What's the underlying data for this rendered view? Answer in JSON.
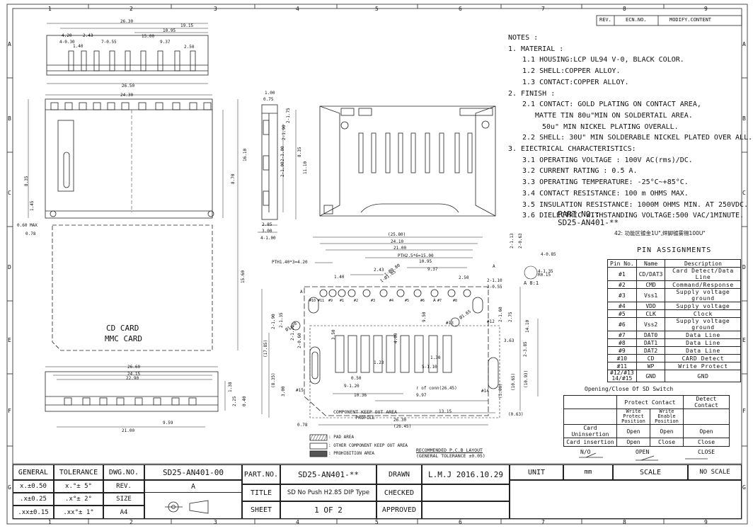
{
  "border": {
    "col_numbers": [
      "1",
      "2",
      "3",
      "4",
      "5",
      "6",
      "7",
      "8",
      "9"
    ],
    "row_letters": [
      "A",
      "B",
      "C",
      "D",
      "E",
      "F",
      "G"
    ]
  },
  "revision_table": {
    "rev": "REV.",
    "ecn": "ECN.NO.",
    "modify": "MODIFY.CONTENT"
  },
  "notes": {
    "heading": "NOTES :",
    "lines": [
      {
        "t": "1. MATERIAL :",
        "lvl": 1
      },
      {
        "t": "1.1 HOUSING:LCP UL94 V-0, BLACK COLOR.",
        "lvl": 2
      },
      {
        "t": "1.2 SHELL:COPPER ALLOY.",
        "lvl": 2
      },
      {
        "t": "1.3 CONTACT:COPPER ALLOY.",
        "lvl": 2
      },
      {
        "t": "2. FINISH :",
        "lvl": 1
      },
      {
        "t": "2.1 CONTACT: GOLD PLATING ON CONTACT AREA,",
        "lvl": 2
      },
      {
        "t": "MATTE TIN 80u\"MIN ON SOLDERTAIL AREA.",
        "lvl": 3
      },
      {
        "t": "50u\" MIN NICKEL PLATING OVERALL.",
        "lvl": 4
      },
      {
        "t": "2.2 SHELL: 30U\" MIN SOLDERABLE NICKEL PLATED OVER ALL.",
        "lvl": 2
      },
      {
        "t": "3. EIECTRICAL CHARACTERISTICS:",
        "lvl": 1
      },
      {
        "t": "3.1 OPERATING VOLTAGE : 100V AC(rms)/DC.",
        "lvl": 2
      },
      {
        "t": "3.2 CURRENT RATING : 0.5 A.",
        "lvl": 2
      },
      {
        "t": "3.3 OPERATING TEMPERATURE: -25°C~+85°C.",
        "lvl": 2
      },
      {
        "t": "3.4 CONTACT RESISTANCE: 100 m OHMS MAX.",
        "lvl": 2
      },
      {
        "t": "3.5 INSULATION RESISTANCE: 1000M OHMS MIN. AT 250VDC.",
        "lvl": 2
      },
      {
        "t": "3.6 DIELECTRIC WITHSTANDING VOLTAGE:500 VAC/1MINUTE.",
        "lvl": 2
      }
    ]
  },
  "part_no_note": {
    "label": "PART.NO.:",
    "value": "SD25-AN401-**",
    "suffix_note": "42: 功能区镀金1U\",焊脚镀雾锡100U\""
  },
  "pin_assignments": {
    "title": "PIN ASSIGNMENTS",
    "headers": [
      "Pin No.",
      "Name",
      "Description"
    ],
    "rows": [
      [
        "#1",
        "CD/DAT3",
        "Card Detect/Data Line"
      ],
      [
        "#2",
        "CMD",
        "Command/Response"
      ],
      [
        "#3",
        "Vss1",
        "Supply voltage ground"
      ],
      [
        "#4",
        "VDD",
        "Supply voltage"
      ],
      [
        "#5",
        "CLK",
        "Clock"
      ],
      [
        "#6",
        "Vss2",
        "Supply voltage ground"
      ],
      [
        "#7",
        "DAT0",
        "Data Line"
      ],
      [
        "#8",
        "DAT1",
        "Data Line"
      ],
      [
        "#9",
        "DAT2",
        "Data Line"
      ],
      [
        "#10",
        "CD",
        "CARD Detect"
      ],
      [
        "#11",
        "WP",
        "Write Protect"
      ],
      [
        "#12/#13 14/#15",
        "GND",
        "GND"
      ]
    ]
  },
  "switch_table": {
    "title": "Opening/Close Of SD Switch",
    "h1": [
      "",
      "Protect Contact",
      "Detect Contact"
    ],
    "h2": [
      "",
      "Write Protect Position",
      "Write Enable Position",
      ""
    ],
    "rows": [
      [
        "Card Uninsertion",
        "Open",
        "Open",
        "Open"
      ],
      [
        "Card insertion",
        "Open",
        "Close",
        "Close"
      ]
    ],
    "no_label": "N/O",
    "open_label": "OPEN",
    "close_label": "CLOSE"
  },
  "drawing": {
    "top_dims": [
      "26.30",
      "19.15",
      "10.95",
      "15.00",
      "4.20",
      "2.43",
      "4-0.30",
      "1.40",
      "7-0.55",
      "9.37",
      "2.50",
      "26.50"
    ],
    "front_dims": [
      "24.30",
      "8.35",
      "1.45",
      "0.60 MAX",
      "0.78",
      "8.70",
      "16.10",
      "15.60"
    ],
    "card_label_1": "CD CARD",
    "card_label_2": "MMC CARD",
    "side_dims": [
      "1.00",
      "0.75",
      "2-1.90",
      "2-1.75",
      "2-1.00",
      "2-3.00",
      "8.35",
      "11.10",
      "2.85",
      "3.00",
      "4-1.00"
    ],
    "bottom_dims": [
      "26.60",
      "24.15",
      "22.90",
      "21.00",
      "9.59",
      "2.25",
      "1.38",
      "0.40"
    ],
    "pcb_dims": [
      "(25.80)",
      "24.10",
      "21.00",
      "PTH2.5*6=15.00",
      "10.95",
      "9.37",
      "2.43",
      "2.50",
      "1.40",
      "PTH1.40*3=4.20",
      "2-1.10",
      "2-0.55",
      "2-1.13",
      "2-0.63",
      "4-0.85",
      "4-1.35",
      "9.50",
      "2.75",
      "2-1.60",
      "2-1.90",
      "2-1.35",
      "2-1.20",
      "2-0.60",
      "3.63",
      "2-3.85",
      "14.10",
      "0.50",
      "9-1.20",
      "1.23",
      "5-1.10",
      "1.30",
      "3.50",
      "4.00",
      "10.36",
      "9.97",
      "13.15",
      "(0.63)",
      "26.30",
      "(26.45)",
      "0.78",
      "(17.85)",
      "(8.35)",
      "3.00",
      "(3.00)",
      "(10.65)",
      "(10.93)"
    ],
    "pcb_notes": [
      "#15",
      "#14",
      "#12",
      "#13",
      "ℓ of conn(26.45)",
      "1-Ø0.80",
      "1-Ø1.05",
      "Ø1.20",
      "Ø1.65",
      "A",
      "A",
      "R0.15",
      "A",
      "#10",
      "#11",
      "#9",
      "#1",
      "#2",
      "#3",
      "#4",
      "#5",
      "#6",
      "#7",
      "#8"
    ],
    "scale_note": "A 8:1",
    "component_keepout": "COMPONENT KEEP OUT AREA PROFILE",
    "legend_pad": ": PAD AREA",
    "legend_other": ": OTHER COMPONENT KEEP OUT AREA",
    "legend_prohib": ": PROHIBITION AREA",
    "recommended": "RECOMMENDED P.C.B LAYOUT",
    "tolerance": "(GENERAL TOLERANCE ±0.05)"
  },
  "title_block": {
    "general": "GENERAL",
    "tolerance": "TOLERANCE",
    "dwg_no_label": "DWG.NO.",
    "dwg_no": "SD25-AN401-00",
    "t1a": "x.±0.50",
    "t1b": "x.°± 5°",
    "t2a": ".x±0.25",
    "t2b": ".x°± 2°",
    "t3a": ".xx±0.15",
    "t3b": ".xx°± 1°",
    "rev_label": "REV.",
    "rev": "A",
    "size_label": "SIZE",
    "size": "A4",
    "part_no_label": "PART.NO.",
    "part_no": "SD25-AN401-**",
    "title_label": "TITLE",
    "title": "SD No Push H2.85 DIP Type",
    "sheet_label": "SHEET",
    "sheet": "1 OF 2",
    "drawn_label": "DRAWN",
    "drawn": "L.M.J 2016.10.29",
    "checked_label": "CHECKED",
    "approved_label": "APPROVED",
    "unit_label": "UNIT",
    "unit": "mm",
    "scale_label": "SCALE",
    "scale": "NO SCALE"
  }
}
